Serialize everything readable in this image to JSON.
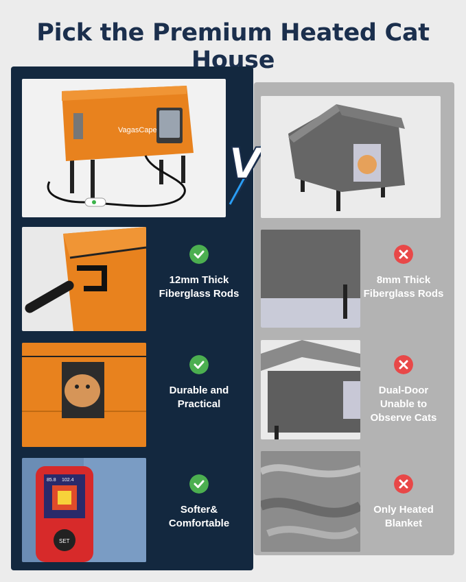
{
  "title": "Pick the Premium Heated Cat House",
  "brand_label": "VagasCape",
  "vs_label": "VS",
  "colors": {
    "navy": "#13283f",
    "gray_panel": "#b3b3b3",
    "check_green": "#4caf50",
    "cross_red": "#e84848",
    "orange": "#e8821e"
  },
  "left_features": [
    {
      "icon": "check-icon",
      "line1": "12mm Thick",
      "line2": "Fiberglass Rods"
    },
    {
      "icon": "check-icon",
      "line1": "Durable and",
      "line2": "Practical"
    },
    {
      "icon": "check-icon",
      "line1": "Softer&",
      "line2": "Comfortable"
    }
  ],
  "right_features": [
    {
      "icon": "cross-icon",
      "line1": "8mm Thick",
      "line2": "Fiberglass Rods"
    },
    {
      "icon": "cross-icon",
      "line1": "Dual-Door",
      "line2": "Unable to",
      "line3": "Observe Cats"
    },
    {
      "icon": "cross-icon",
      "line1": "Only Heated",
      "line2": "Blanket"
    }
  ],
  "thermal": {
    "reading_1": "85.8",
    "reading_2": "102.4",
    "button": "SET"
  }
}
